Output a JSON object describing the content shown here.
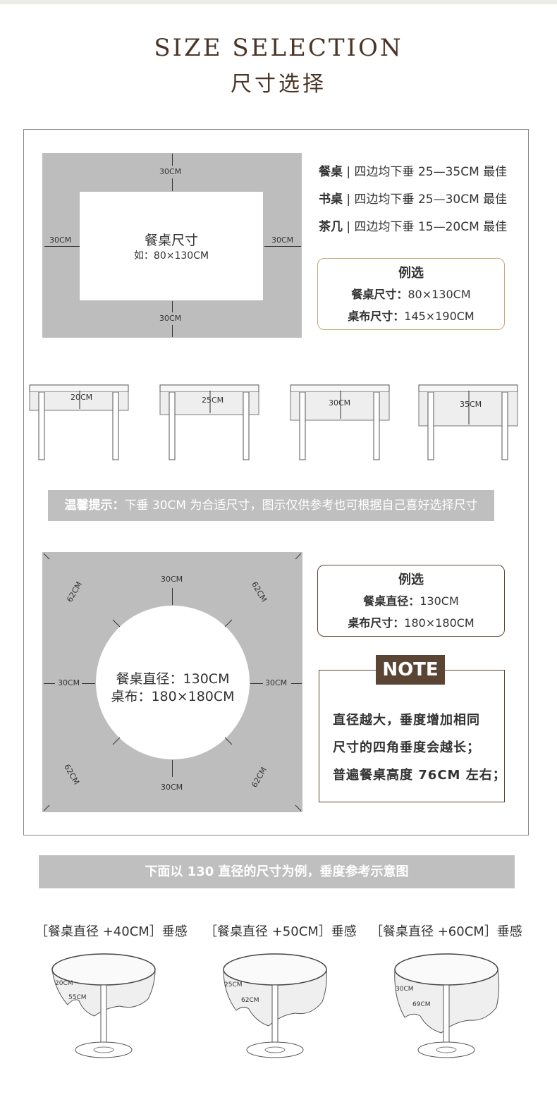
{
  "header": {
    "title_en": "SIZE SELECTION",
    "title_zh": "尺寸选择"
  },
  "rect_diagram": {
    "center_title": "餐桌尺寸",
    "center_example": "如：80×130CM",
    "top": "30CM",
    "bottom": "30CM",
    "left": "30CM",
    "right": "30CM"
  },
  "rules": [
    {
      "name": "餐桌",
      "text": " | 四边均下垂 25—35CM 最佳"
    },
    {
      "name": "书桌",
      "text": " | 四边均下垂 25—30CM 最佳"
    },
    {
      "name": "茶几",
      "text": " | 四边均下垂 15—20CM 最佳"
    }
  ],
  "example_rect": {
    "title": "例选",
    "line1_label": "餐桌尺寸：",
    "line1_value": "80×130CM",
    "line2_label": "桌布尺寸：",
    "line2_value": "145×190CM"
  },
  "drops": [
    "20CM",
    "25CM",
    "30CM",
    "35CM"
  ],
  "tip": {
    "label": "温馨提示：",
    "text": "下垂 30CM 为合适尺寸，图示仅供参考也可根据自己喜好选择尺寸"
  },
  "round_diagram": {
    "line1": "餐桌直径：130CM",
    "line2": "桌布：180×180CM",
    "top": "30CM",
    "bottom": "30CM",
    "left": "30CM",
    "right": "30CM",
    "corner": "62CM"
  },
  "example_round": {
    "title": "例选",
    "line1_label": "餐桌直径：",
    "line1_value": "130CM",
    "line2_label": "桌布尺寸：",
    "line2_value": "180×180CM"
  },
  "note": {
    "tag": "NOTE",
    "lines": [
      "直径越大，垂度增加相同",
      "尺寸的四角垂度会越长；",
      "普遍餐桌高度 76CM 左右；"
    ]
  },
  "banner": "下面以 130 直径的尺寸为例，垂度参考示意图",
  "round_tables": [
    {
      "caption": "［餐桌直径 +40CM］垂感",
      "drop_a": "20CM",
      "drop_b": "55CM"
    },
    {
      "caption": "［餐桌直径 +50CM］垂感",
      "drop_a": "25CM",
      "drop_b": "62CM"
    },
    {
      "caption": "［餐桌直径 +60CM］垂感",
      "drop_a": "30CM",
      "drop_b": "69CM"
    }
  ],
  "colors": {
    "accent_brown": "#5a4534",
    "gold": "#c9a779",
    "gray": "#bdbdbd"
  }
}
